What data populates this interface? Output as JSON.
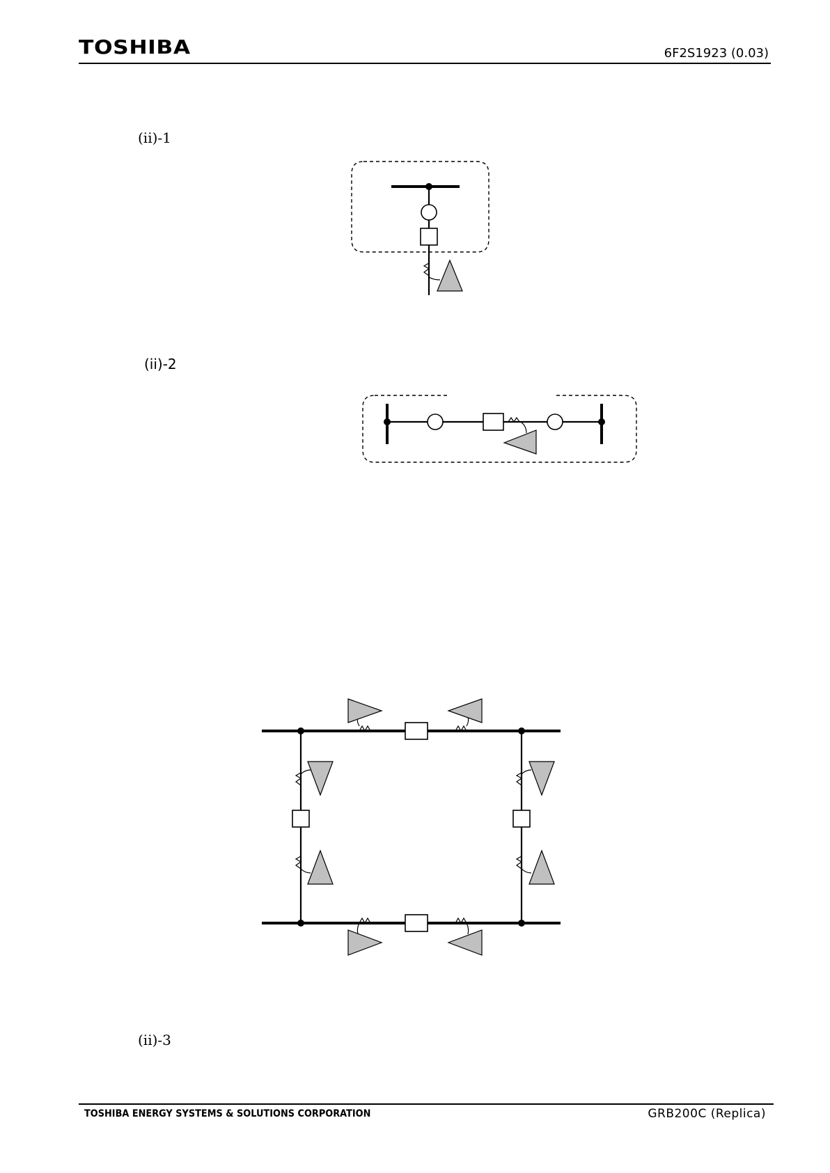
{
  "header": {
    "logo_text": "TOSHIBA",
    "doc_number": "6F2S1923 (0.03)"
  },
  "figures": [
    {
      "label": "(ii)-1"
    },
    {
      "label": "(ii)-2"
    },
    {
      "label": "(ii)-3"
    }
  ],
  "footer": {
    "company": "TOSHIBA ENERGY SYSTEMS & SOLUTIONS CORPORATION",
    "product": "GRB200C (Replica)"
  },
  "colors": {
    "triangle_fill": "#c0c0c0",
    "line": "#000000"
  }
}
